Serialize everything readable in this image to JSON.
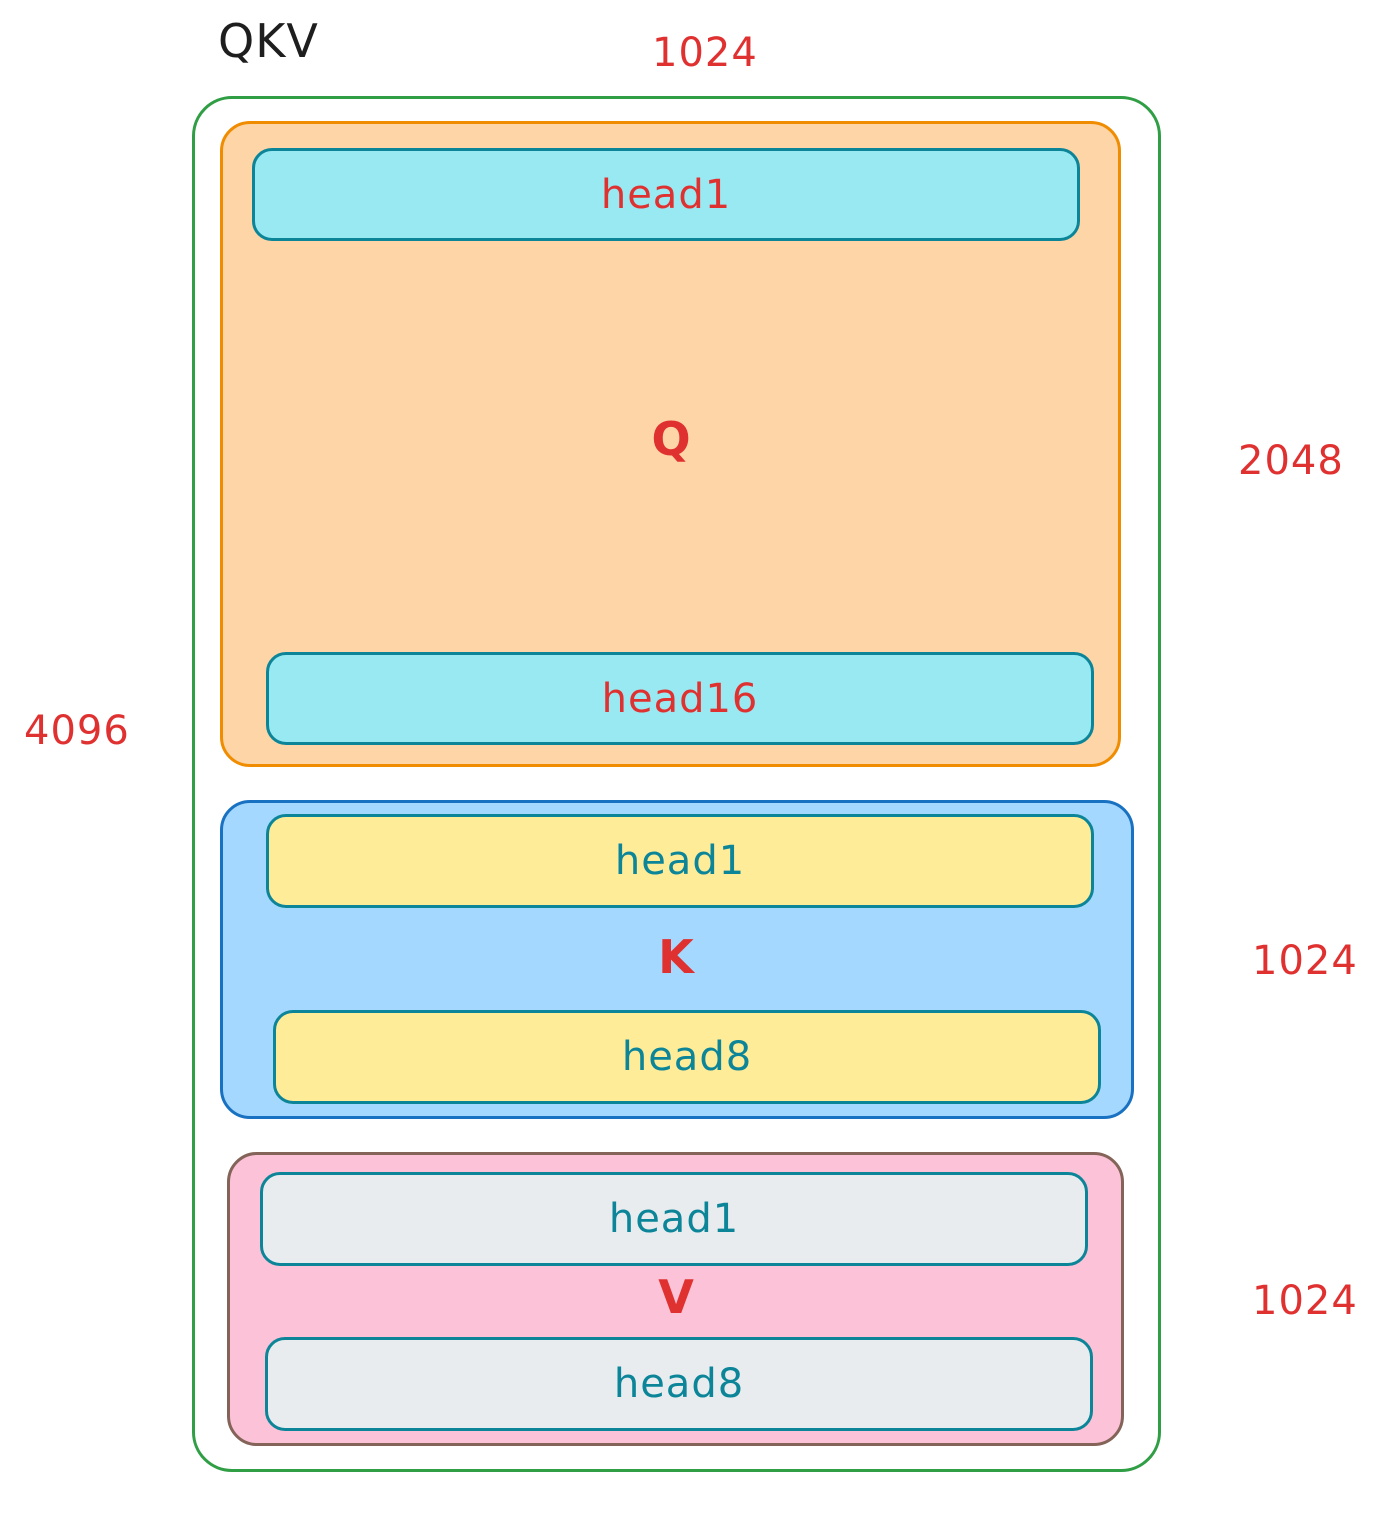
{
  "diagram": {
    "title": "QKV",
    "width_label": "1024",
    "total_height_label": "4096",
    "colors": {
      "outer_border": "#2f9e44",
      "q_fill": "#fdd5a7",
      "q_border": "#f08c00",
      "k_fill": "#a5d8ff",
      "k_border": "#1971c2",
      "v_fill": "#fcc2d7",
      "v_border": "#846358",
      "q_head_fill": "#99e9f2",
      "k_head_fill": "#ffec99",
      "v_head_fill": "#e9ecef",
      "head_border": "#0c8599",
      "red_text": "#e03131",
      "teal_text": "#0c8599"
    },
    "q": {
      "label": "Q",
      "height_label": "2048",
      "head_first": "head1",
      "head_last": "head16"
    },
    "k": {
      "label": "K",
      "height_label": "1024",
      "head_first": "head1",
      "head_last": "head8"
    },
    "v": {
      "label": "V",
      "height_label": "1024",
      "head_first": "head1",
      "head_last": "head8"
    }
  }
}
